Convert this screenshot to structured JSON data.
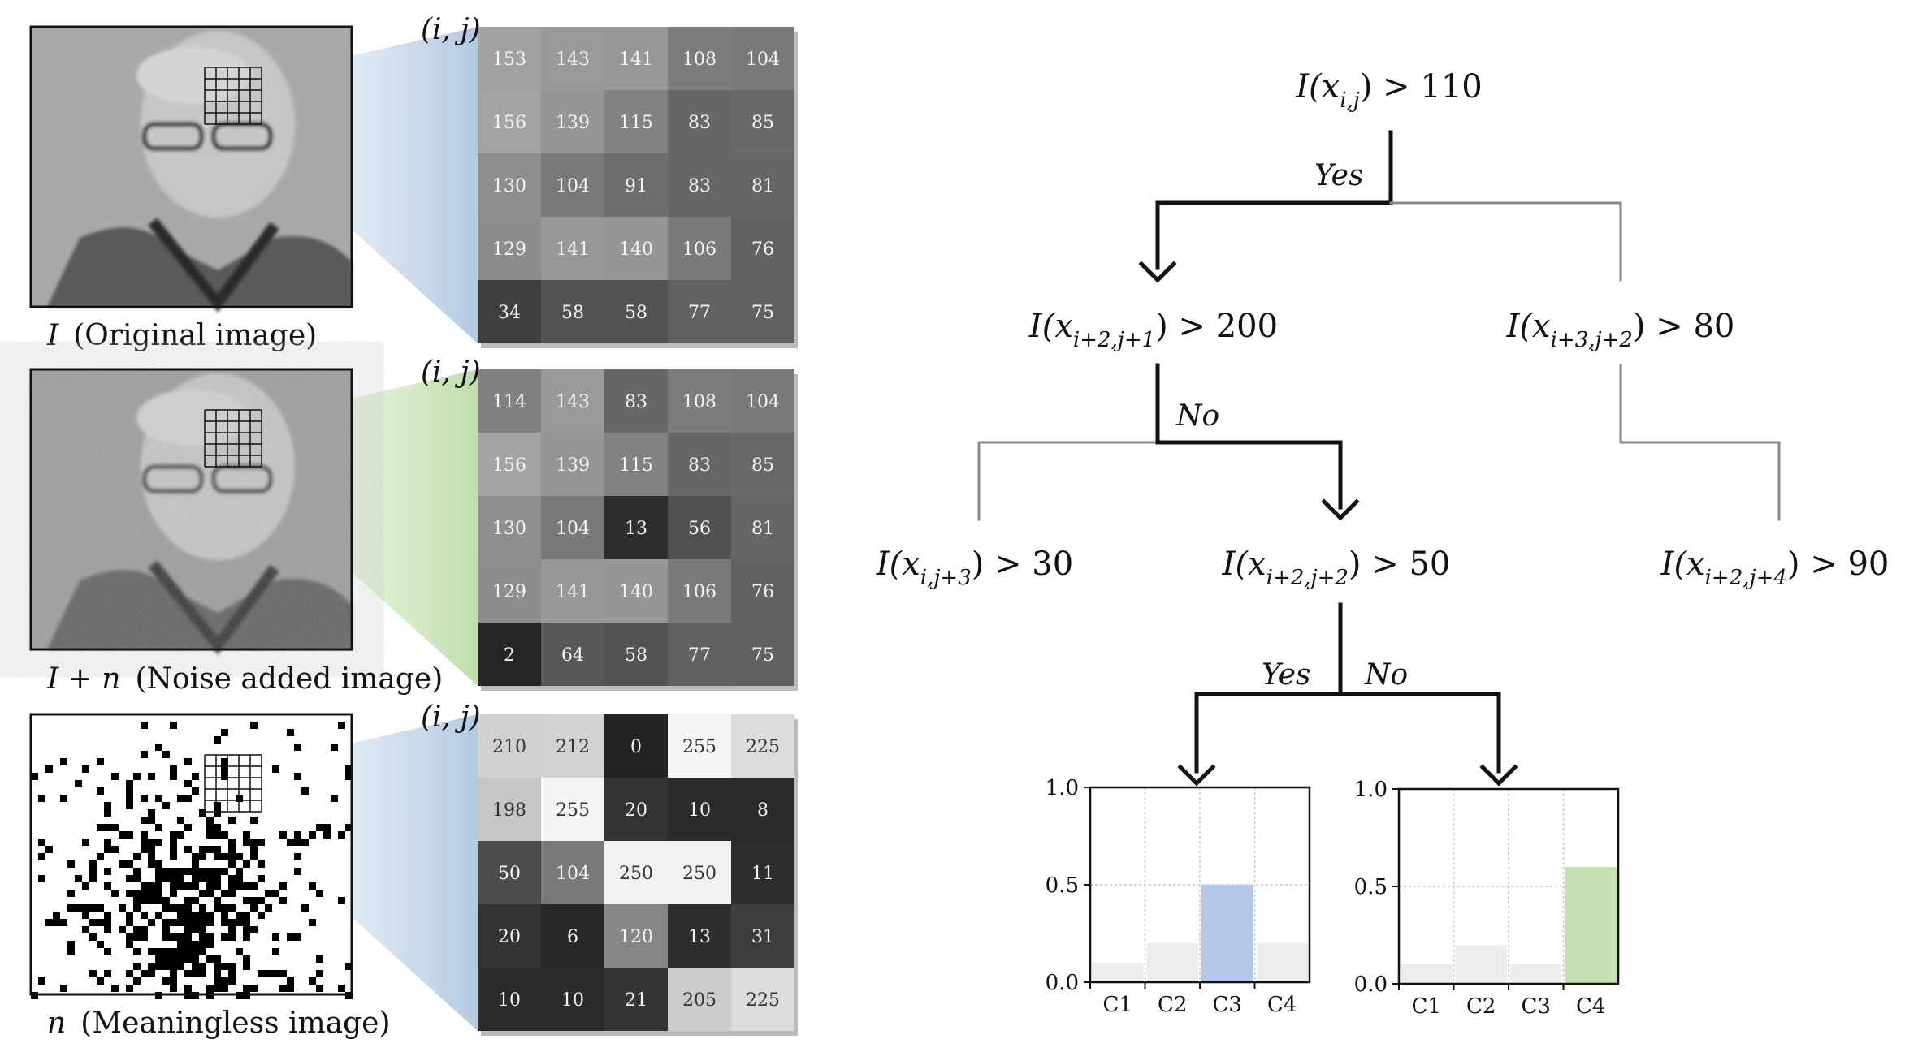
{
  "panels": [
    {
      "caption_var": "I",
      "caption_text": "(Original image)",
      "ij_label": "(i, j)",
      "image_style": "original",
      "matrix": [
        [
          153,
          143,
          141,
          108,
          104
        ],
        [
          156,
          139,
          115,
          83,
          85
        ],
        [
          130,
          104,
          91,
          83,
          81
        ],
        [
          129,
          141,
          140,
          106,
          76
        ],
        [
          34,
          58,
          58,
          77,
          75
        ]
      ],
      "cone_color": "#b9cde3"
    },
    {
      "caption_var": "I + n",
      "caption_text": "(Noise added image)",
      "ij_label": "(i, j)",
      "image_style": "noisy",
      "matrix": [
        [
          114,
          143,
          83,
          108,
          104
        ],
        [
          156,
          139,
          115,
          83,
          85
        ],
        [
          130,
          104,
          13,
          56,
          81
        ],
        [
          129,
          141,
          140,
          106,
          76
        ],
        [
          2,
          64,
          58,
          77,
          75
        ]
      ],
      "cone_color": "#c5dfb4"
    },
    {
      "caption_var": "n",
      "caption_text": "(Meaningless image)",
      "ij_label": "(i, j)",
      "image_style": "binary",
      "matrix": [
        [
          210,
          212,
          0,
          255,
          225
        ],
        [
          198,
          255,
          20,
          10,
          8
        ],
        [
          50,
          104,
          250,
          250,
          11
        ],
        [
          20,
          6,
          120,
          13,
          31
        ],
        [
          10,
          10,
          21,
          205,
          225
        ]
      ],
      "cone_color": "#b9cde3"
    }
  ],
  "tree": {
    "root": {
      "lhs": "I(x",
      "sub": "i,j",
      "rhs": ") > 110"
    },
    "left": {
      "lhs": "I(x",
      "sub": "i+2,j+1",
      "rhs": ") > 200"
    },
    "right": {
      "lhs": "I(x",
      "sub": "i+3,j+2",
      "rhs": ") > 80"
    },
    "ll": {
      "lhs": "I(x",
      "sub": "i,j+3",
      "rhs": ") > 30"
    },
    "lr": {
      "lhs": "I(x",
      "sub": "i+2,j+2",
      "rhs": ") > 50"
    },
    "rr": {
      "lhs": "I(x",
      "sub": "i+2,j+4",
      "rhs": ") > 90"
    },
    "yes1": "Yes",
    "no1": "No",
    "yes2": "Yes",
    "no2": "No"
  },
  "chart_data": [
    {
      "type": "bar",
      "categories": [
        "C1",
        "C2",
        "C3",
        "C4"
      ],
      "values": [
        0.1,
        0.2,
        0.5,
        0.2
      ],
      "highlight_index": 2,
      "highlight_color": "#b4c7e7",
      "base_color": "#ececec",
      "ylim": [
        0,
        1.0
      ],
      "yticks": [
        "0.0",
        "0.5",
        "1.0"
      ],
      "grid": true
    },
    {
      "type": "bar",
      "categories": [
        "C1",
        "C2",
        "C3",
        "C4"
      ],
      "values": [
        0.1,
        0.2,
        0.1,
        0.6
      ],
      "highlight_index": 3,
      "highlight_color": "#c5e0b4",
      "base_color": "#ececec",
      "ylim": [
        0,
        1.0
      ],
      "yticks": [
        "0.0",
        "0.5",
        "1.0"
      ],
      "grid": true
    }
  ]
}
